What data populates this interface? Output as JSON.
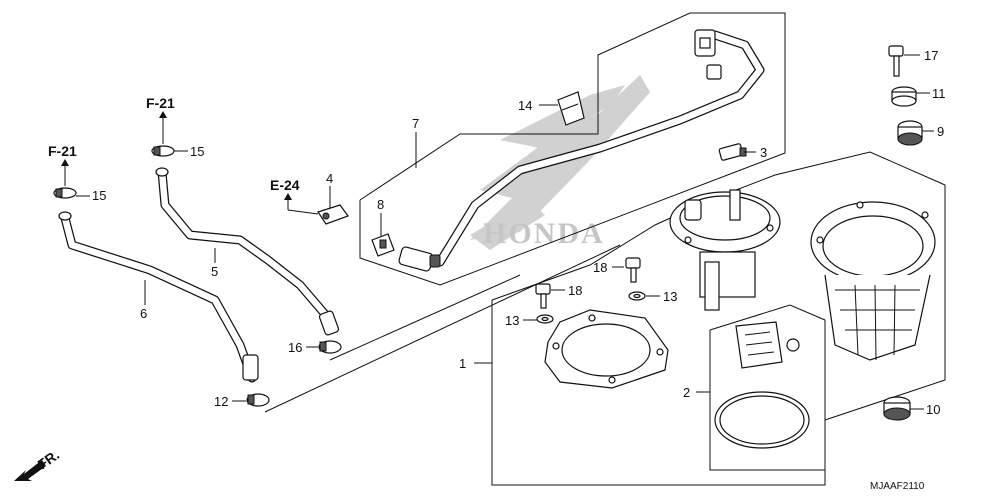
{
  "callouts": {
    "c1": "1",
    "c2": "2",
    "c3": "3",
    "c4": "4",
    "c5": "5",
    "c6": "6",
    "c7": "7",
    "c8": "8",
    "c9": "9",
    "c10": "10",
    "c11": "11",
    "c12": "12",
    "c13a": "13",
    "c13b": "13",
    "c14": "14",
    "c15a": "15",
    "c15b": "15",
    "c16": "16",
    "c17": "17",
    "c18a": "18",
    "c18b": "18"
  },
  "references": {
    "f21_left": "F-21",
    "f21_top": "F-21",
    "e24": "E-24"
  },
  "front_label": "FR.",
  "watermark": "HONDA",
  "diagram_code": "MJAAF2110"
}
